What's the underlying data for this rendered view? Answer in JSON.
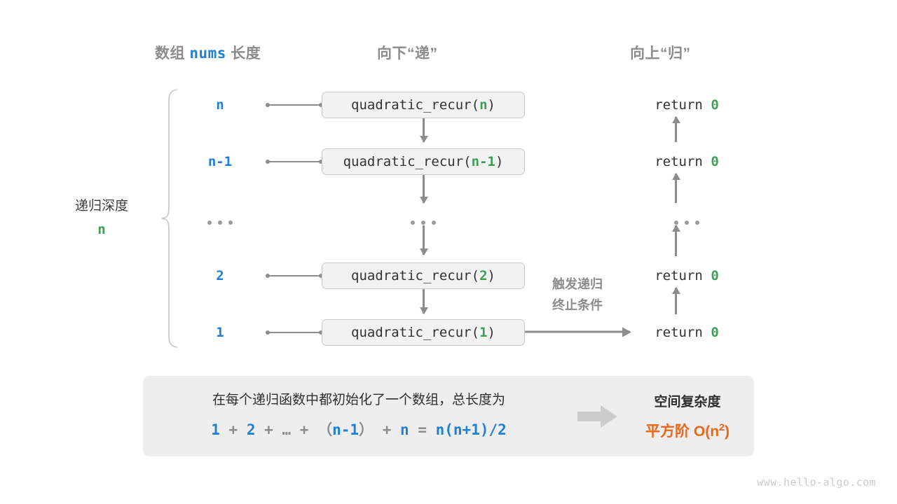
{
  "headers": {
    "array": {
      "prefix": "数组",
      "code": "nums",
      "suffix": "长度"
    },
    "down": "向下“递”",
    "up": "向上“归”"
  },
  "depth": {
    "label": "递归深度",
    "value": "n"
  },
  "rows": [
    {
      "length": "n",
      "call_prefix": "quadratic_recur(",
      "call_arg": "n",
      "call_suffix": ")",
      "return_text": "return",
      "return_value": "0",
      "is_ellipsis": false
    },
    {
      "length": "n-1",
      "call_prefix": "quadratic_recur(",
      "call_arg": "n-1",
      "call_suffix": ")",
      "return_text": "return",
      "return_value": "0",
      "is_ellipsis": false
    },
    {
      "length": "...",
      "call_prefix": "",
      "call_arg": "",
      "call_suffix": "",
      "return_text": "",
      "return_value": "",
      "is_ellipsis": true
    },
    {
      "length": "2",
      "call_prefix": "quadratic_recur(",
      "call_arg": "2",
      "call_suffix": ")",
      "return_text": "return",
      "return_value": "0",
      "is_ellipsis": false
    },
    {
      "length": "1",
      "call_prefix": "quadratic_recur(",
      "call_arg": "1",
      "call_suffix": ")",
      "return_text": "return",
      "return_value": "0",
      "is_ellipsis": false
    }
  ],
  "trigger_note": {
    "line1": "触发递归",
    "line2": "终止条件"
  },
  "summary": {
    "text": "在每个递归函数中都初始化了一个数组，总长度为",
    "formula": {
      "t1": "1",
      "op1": "+",
      "t2": "2",
      "op2": "+",
      "t3": "…",
      "op3": "+",
      "paren_open": "（",
      "t4": "n-1",
      "paren_close": "）",
      "op4": "+",
      "t5": "n",
      "eq": "=",
      "result": "n(n+1)/2"
    },
    "complexity_title": "空间复杂度",
    "complexity_label": "平方阶",
    "complexity_value_base": "O(n",
    "complexity_value_exp": "2",
    "complexity_value_tail": ")"
  },
  "watermark": "www.hello-algo.com",
  "colors": {
    "blue": "#1f7fd4",
    "green": "#3e9e55",
    "orange": "#ec6519",
    "gray": "#8c8c8c",
    "panel": "#eeeeee",
    "box": "#f2f2f2"
  }
}
